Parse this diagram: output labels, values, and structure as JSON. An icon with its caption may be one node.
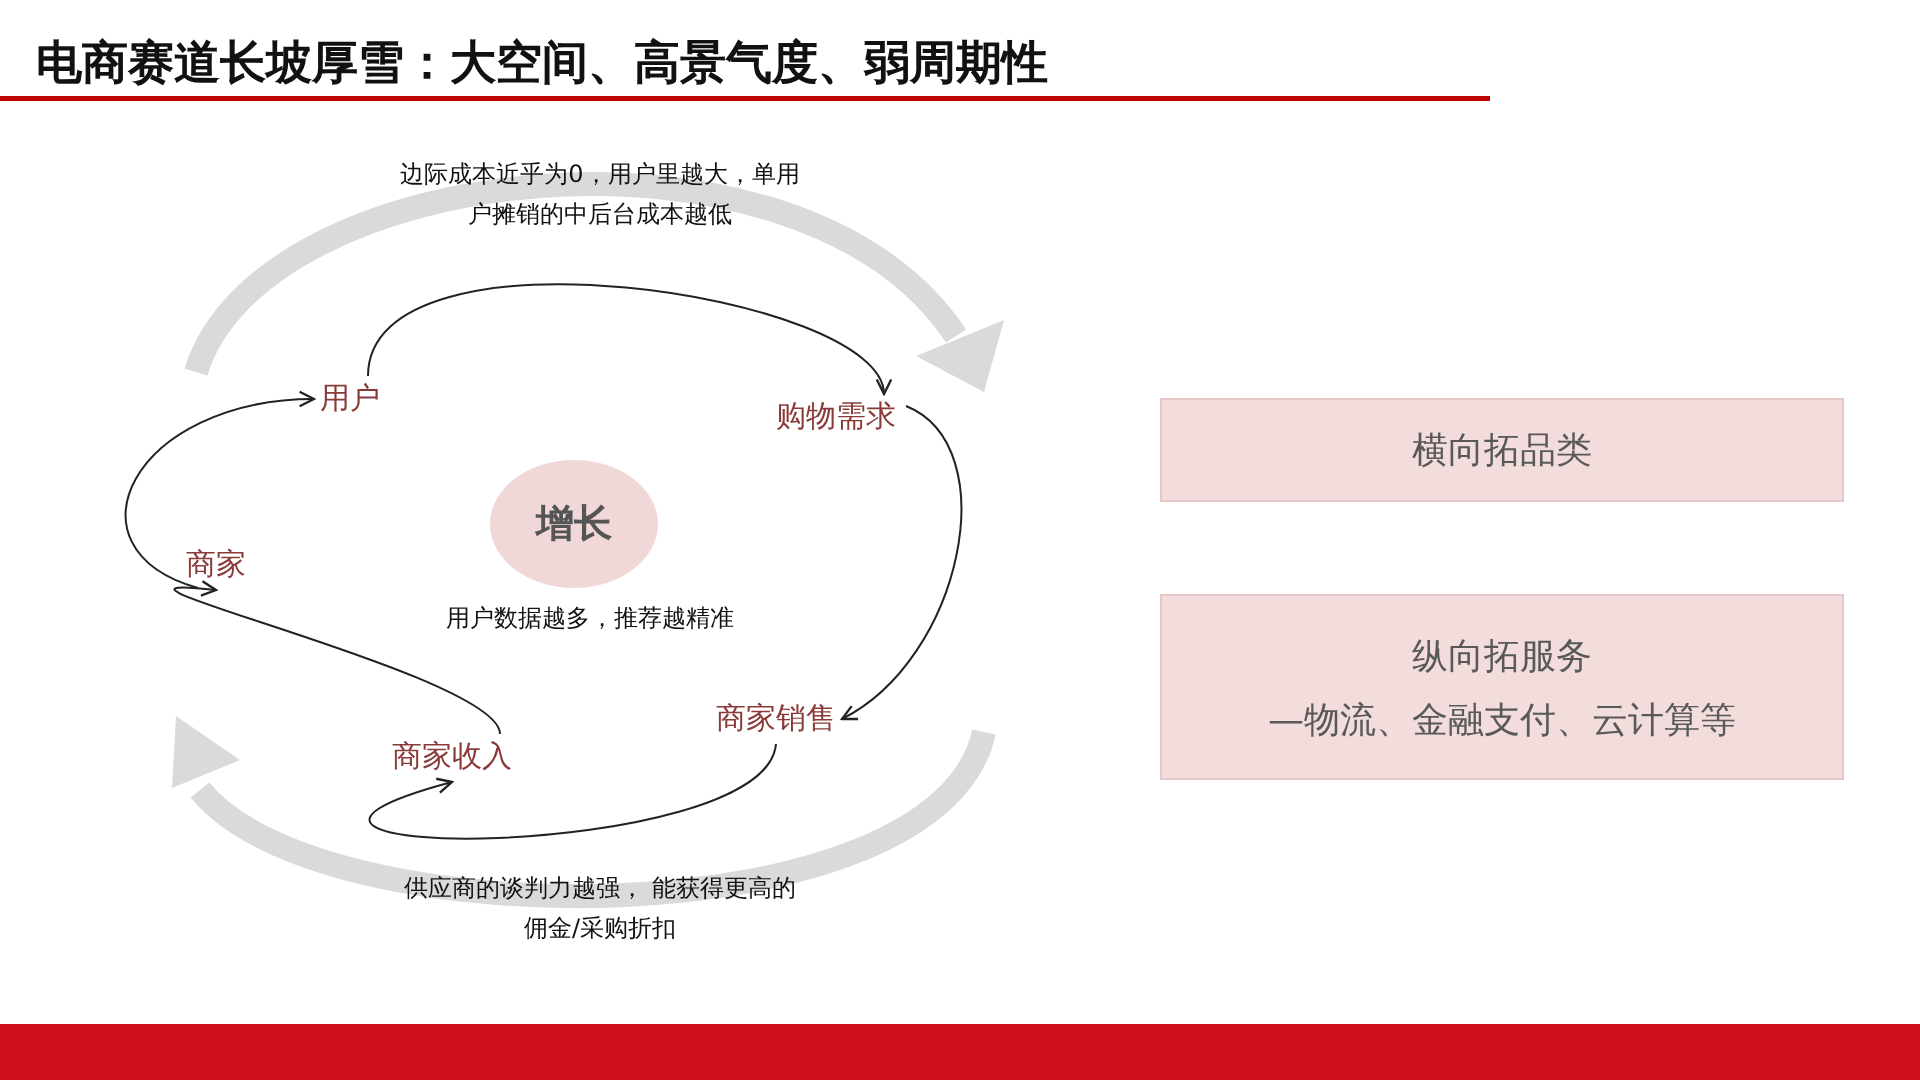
{
  "diagram": {
    "title": "电商赛道长坡厚雪：大空间、高景气度、弱周期性",
    "nodes": [
      {
        "text": [
          "用户"
        ]
      },
      {
        "text": [
          "购物需求"
        ]
      },
      {
        "text": [
          "商家销售"
        ]
      },
      {
        "text": [
          "商家收入"
        ]
      },
      {
        "text": [
          "商家"
        ]
      },
      {
        "text": [
          "增长"
        ]
      },
      {
        "text": [
          "横向拓品类"
        ]
      },
      {
        "text": [
          "纵向拓服务",
          "—物流、金融支付、云计算等"
        ]
      }
    ],
    "edges": [
      {
        "from": 0,
        "to": 1,
        "arrow": "to"
      },
      {
        "from": 1,
        "to": 2,
        "arrow": "to"
      },
      {
        "from": 2,
        "to": 3,
        "arrow": "to"
      },
      {
        "from": 3,
        "to": 4,
        "arrow": "to"
      },
      {
        "from": 4,
        "to": 0,
        "arrow": "to"
      }
    ],
    "labels": [
      "边际成本近乎为0，用户里越大，单用户摊销的中后台成本越低",
      "用户数据越多，推荐越精准",
      "供应商的谈判力越强， 能获得更高的佣金/采购折扣"
    ]
  }
}
